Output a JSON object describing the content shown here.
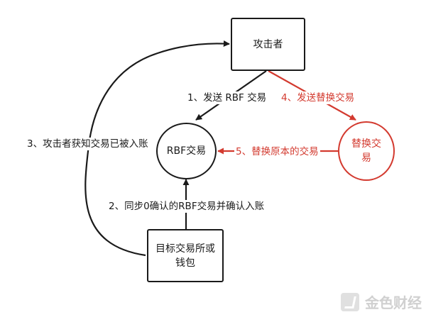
{
  "colors": {
    "black": "#1a1a1a",
    "red": "#d33a2f"
  },
  "nodes": {
    "attacker": "攻击者",
    "rbf_tx": "RBF交易",
    "replacement_tx_line1": "替换交",
    "replacement_tx_line2": "易",
    "target_line1": "目标交易所或",
    "target_line2": "钱包"
  },
  "edges": {
    "step1": "1、发送 RBF 交易",
    "step2": "2、同步0确认的RBF交易并确认入账",
    "step3": "3、攻击者获知交易已被入账",
    "step4": "4、发送替换交易",
    "step5": "5、替换原本的交易"
  },
  "watermark": {
    "text": "金色财经"
  }
}
